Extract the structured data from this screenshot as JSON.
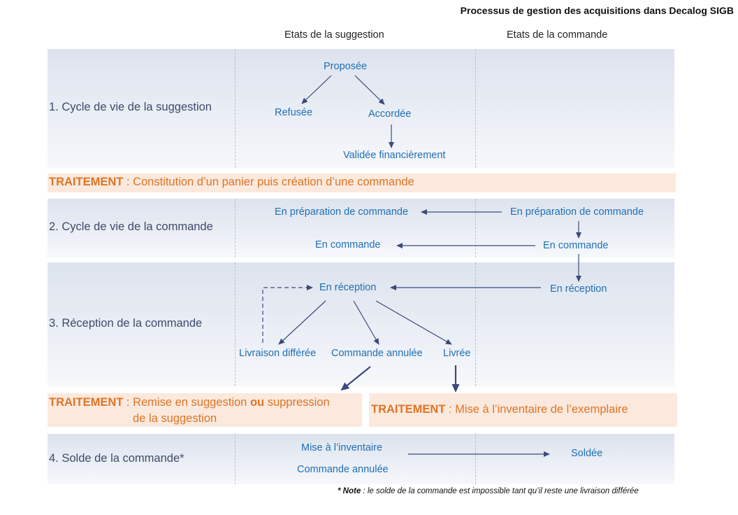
{
  "title": "Processus de gestion des acquisitions dans Decalog SIGB",
  "columns": {
    "suggestion": "Etats de la suggestion",
    "commande": "Etats de la commande"
  },
  "rows": {
    "r1": {
      "label": "1. Cycle de vie de la suggestion"
    },
    "r2": {
      "label": "2. Cycle de vie de la commande"
    },
    "r3": {
      "label": "3. Réception de la commande"
    },
    "r4": {
      "label": "4. Solde de la commande*"
    }
  },
  "states": {
    "proposee": "Proposée",
    "refusee": "Refusée",
    "accordee": "Accordée",
    "validee": "Validée financièrement",
    "prep_sugg": "En préparation de commande",
    "prep_cmd": "En préparation de commande",
    "encmd_sugg": "En commande",
    "encmd_cmd": "En commande",
    "recep_sugg": "En réception",
    "recep_cmd": "En réception",
    "livraison_differee": "Livraison différée",
    "commande_annulee": "Commande annulée",
    "livree": "Livrée",
    "mise_inventaire": "Mise à l’inventaire",
    "commande_annulee_2": "Commande annulée",
    "soldee": "Soldée"
  },
  "traitements": {
    "keyword": "TRAITEMENT",
    "t1": " : Constitution d’un panier puis création d’une commande",
    "t2_a": " : Remise en suggestion ",
    "t2_ou": "ou",
    "t2_b": " suppression",
    "t2_c": "de la suggestion",
    "t3": " : Mise à l’inventaire de l’exemplaire"
  },
  "note": {
    "label": "* Note",
    "text": " : le solde de la commande est impossible tant qu’il reste une livraison différée"
  },
  "colors": {
    "state_text": "#1f6fb5",
    "row_label": "#3d4a6b",
    "arrow": "#3c4a7d",
    "traitement_text": "#e07425",
    "traitement_bg": "#fbe9dd"
  }
}
